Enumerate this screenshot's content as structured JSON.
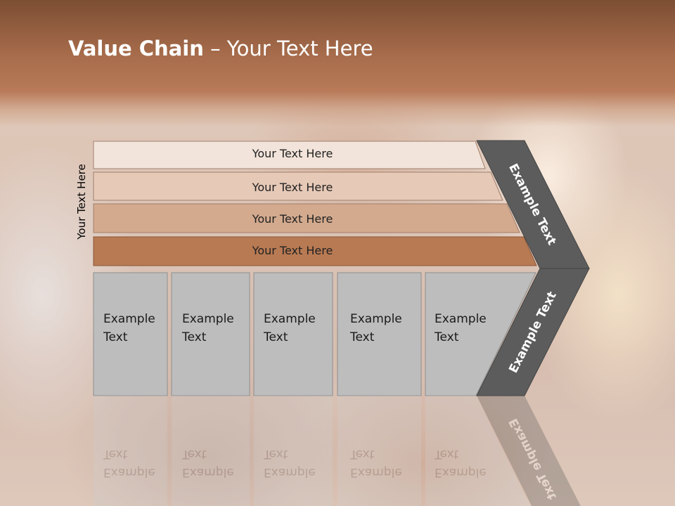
{
  "title": {
    "bold": "Value Chain",
    "rest": " – Your Text Here"
  },
  "side_label": "Your Text Here",
  "bars": [
    {
      "label": "Your Text Here",
      "color": "#f2e4da"
    },
    {
      "label": "Your Text Here",
      "color": "#e6c9b7"
    },
    {
      "label": "Your Text Here",
      "color": "#d3aa8e"
    },
    {
      "label": "Your Text Here",
      "color": "#b87a53"
    }
  ],
  "boxes": [
    {
      "line1": "Example",
      "line2": "Text"
    },
    {
      "line1": "Example",
      "line2": "Text"
    },
    {
      "line1": "Example",
      "line2": "Text"
    },
    {
      "line1": "Example",
      "line2": "Text"
    },
    {
      "line1": "Example",
      "line2": "Text"
    }
  ],
  "chevron_top": "Example Text",
  "chevron_bottom": "Example Text",
  "colors": {
    "box_fill": "#bdbdbd",
    "chevron_fill": "#5c5c5c",
    "title_band": "#a86d4c"
  }
}
